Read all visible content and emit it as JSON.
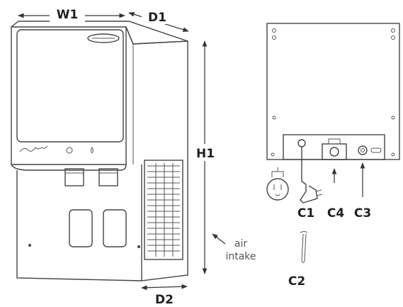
{
  "labels": {
    "w1": "W1",
    "d1": "D1",
    "h1": "H1",
    "d2": "D2",
    "c1": "C1",
    "c2": "C2",
    "c3": "C3",
    "c4": "C4",
    "air_line1": "air",
    "air_line2": "intake"
  },
  "colors": {
    "line": "#444444",
    "text": "#231f20",
    "note": "#555555"
  }
}
